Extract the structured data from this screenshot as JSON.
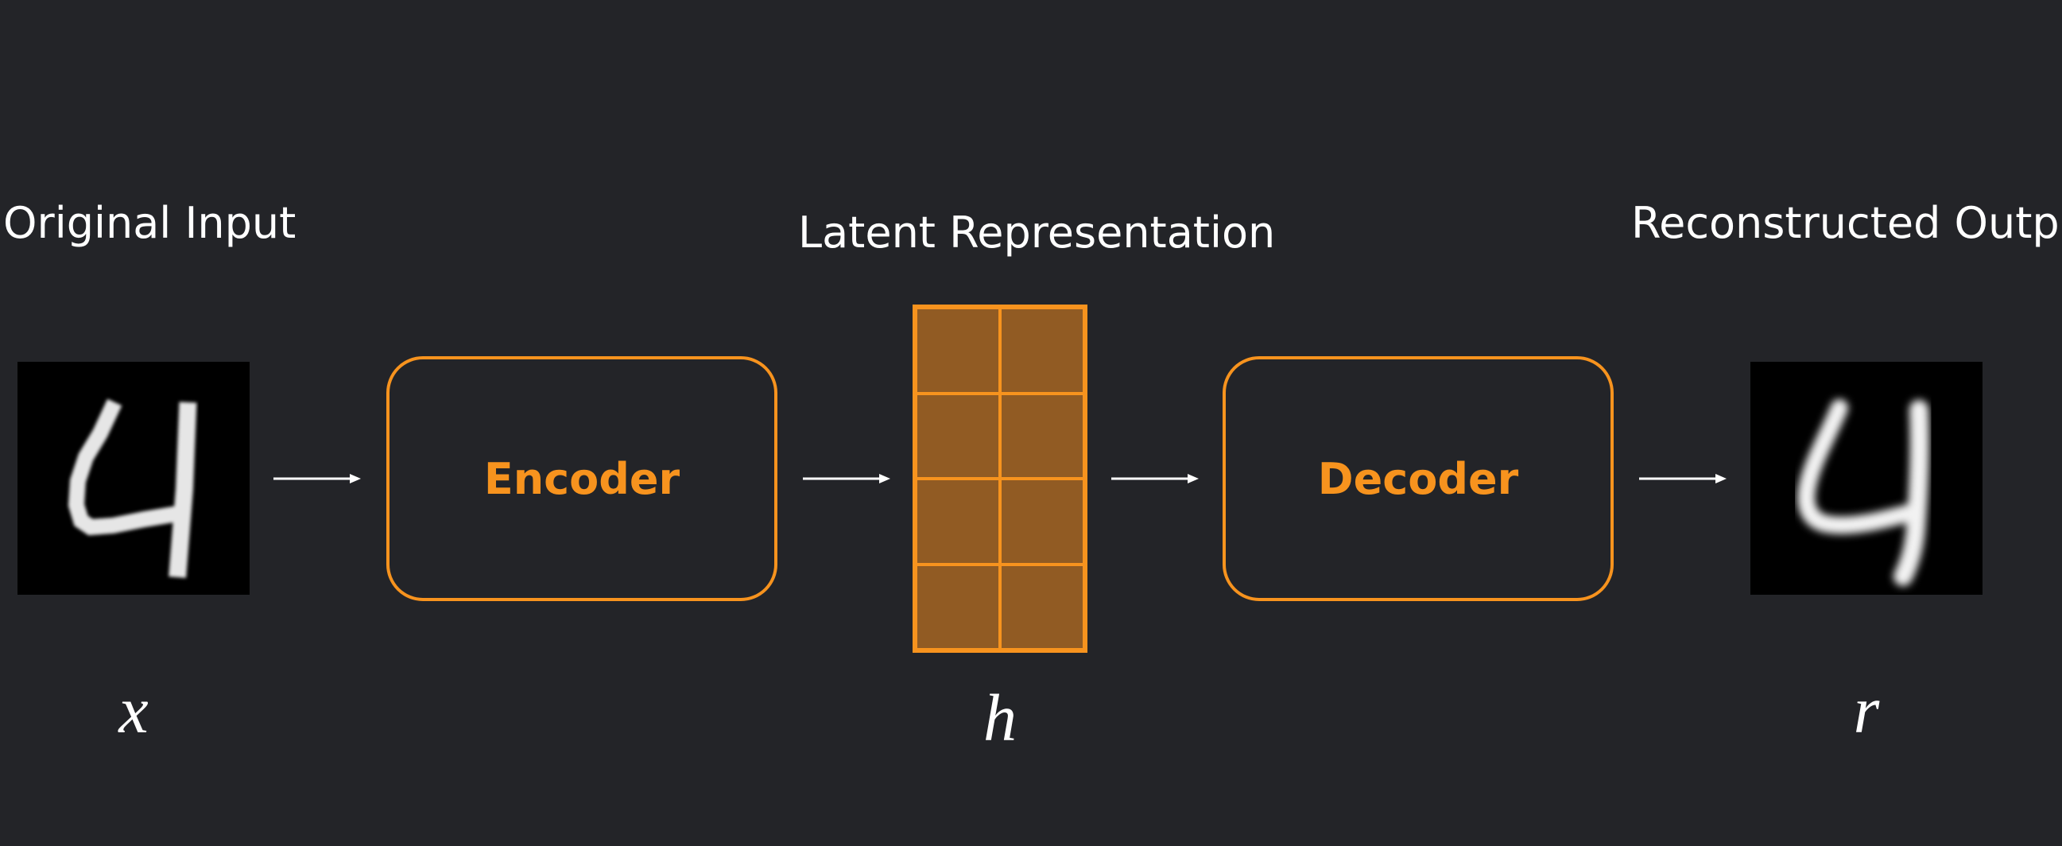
{
  "labels": {
    "original_input": "Original Input",
    "latent_representation": "Latent Representation",
    "reconstructed_output": "Reconstructed Output"
  },
  "blocks": {
    "encoder": "Encoder",
    "decoder": "Decoder"
  },
  "variables": {
    "input": "x",
    "latent": "h",
    "output": "r"
  },
  "latent_grid": {
    "rows": 4,
    "cols": 2
  },
  "colors": {
    "background": "#232428",
    "accent": "#f7931e",
    "latent_fill": "#915b23",
    "text": "#ffffff"
  },
  "icons": {
    "input_image": "handwritten-digit-4-pixelated",
    "output_image": "handwritten-digit-4-smooth",
    "arrow": "right-arrow-icon"
  }
}
